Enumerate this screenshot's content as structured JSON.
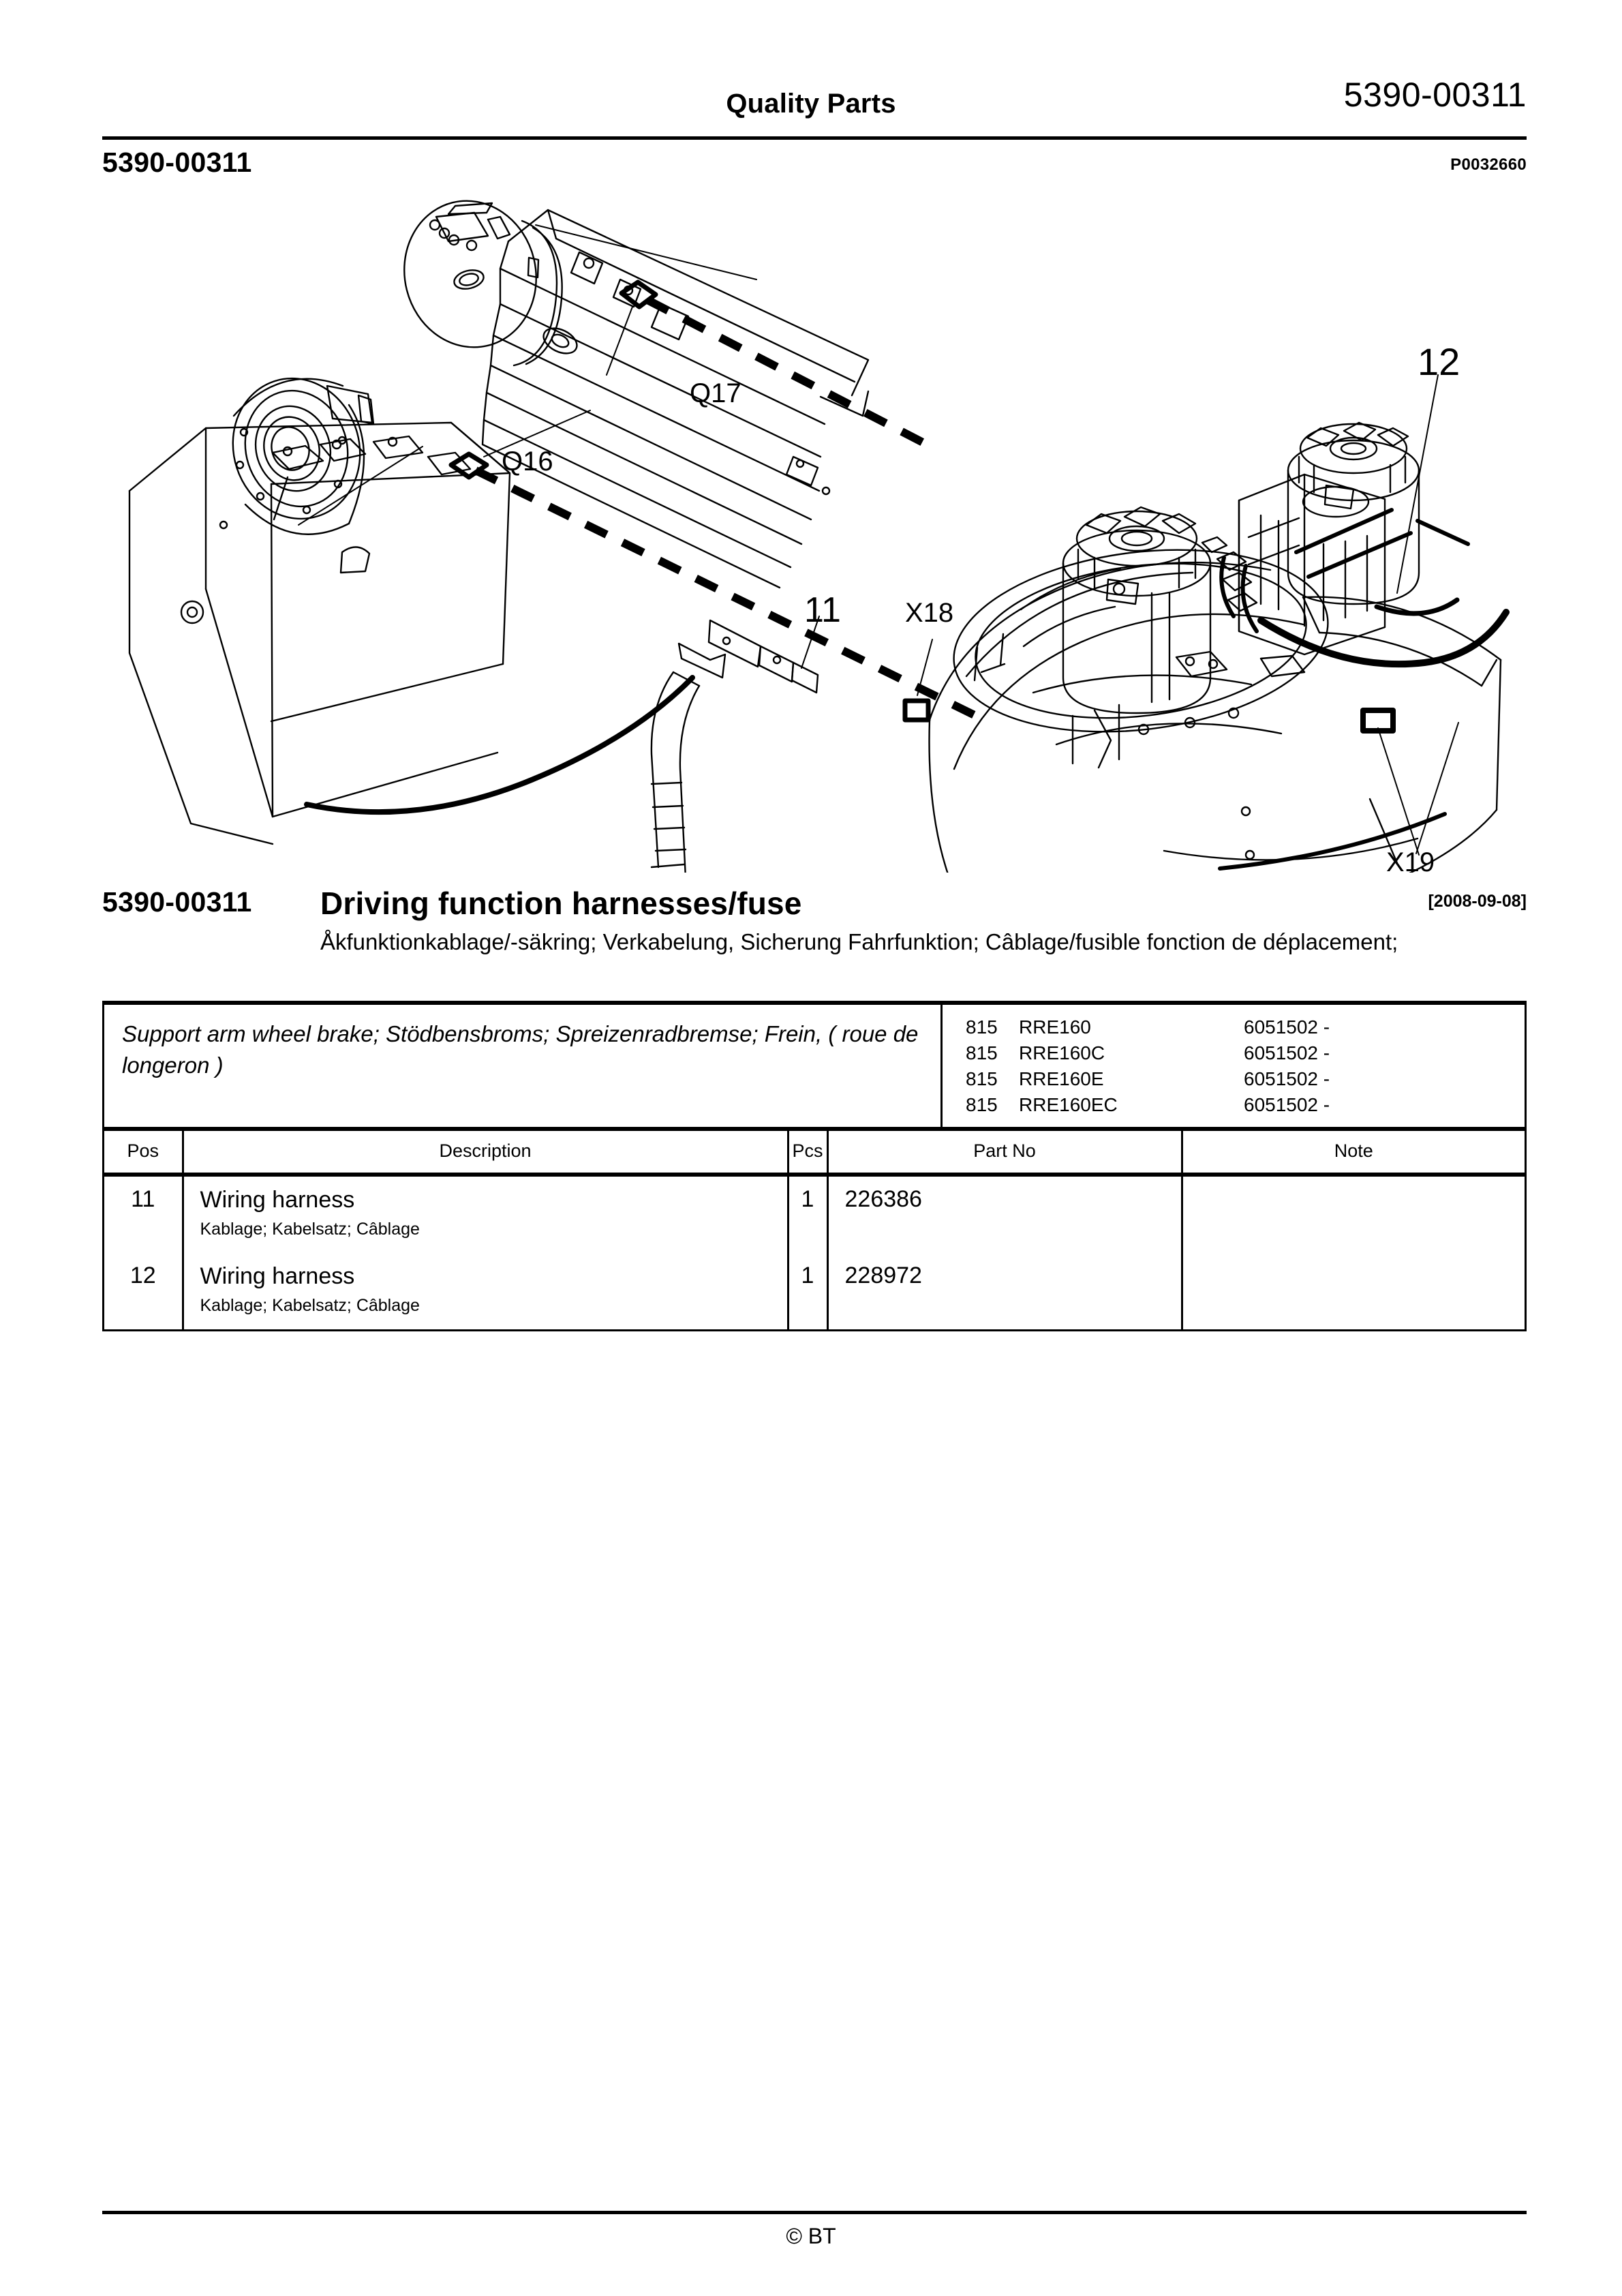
{
  "header": {
    "title": "Quality Parts",
    "doc_number": "5390-00311",
    "section_code": "5390-00311",
    "figure_ref": "P0032660"
  },
  "figure": {
    "callouts": [
      {
        "label": "Q16"
      },
      {
        "label": "Q17"
      },
      {
        "label": "11"
      },
      {
        "label": "X18"
      },
      {
        "label": "12"
      },
      {
        "label": "X19"
      }
    ]
  },
  "section": {
    "code": "5390-00311",
    "name": "Driving function harnesses/fuse",
    "date": "[2008-09-08]",
    "description": "Åkfunktionkablage/-säkring; Verkabelung, Sicherung Fahrfunktion; Câblage/fusible fonction de déplacement;"
  },
  "applicability": {
    "description": "Support arm wheel brake; Stödbensbroms; Spreizenradbremse; Frein, ( roue de longeron )",
    "models": [
      {
        "group": "815",
        "model": "RRE160",
        "serial": "6051502 -"
      },
      {
        "group": "815",
        "model": "RRE160C",
        "serial": "6051502 -"
      },
      {
        "group": "815",
        "model": "RRE160E",
        "serial": "6051502 -"
      },
      {
        "group": "815",
        "model": "RRE160EC",
        "serial": "6051502 -"
      }
    ]
  },
  "parts_table": {
    "columns": [
      "Pos",
      "Description",
      "Pcs",
      "Part No",
      "Note"
    ],
    "rows": [
      {
        "pos": "11",
        "description": "Wiring harness",
        "description_sub": "Kablage; Kabelsatz; Câblage",
        "pcs": "1",
        "part_no": "226386",
        "note": ""
      },
      {
        "pos": "12",
        "description": "Wiring harness",
        "description_sub": "Kablage; Kabelsatz; Câblage",
        "pcs": "1",
        "part_no": "228972",
        "note": ""
      }
    ]
  },
  "footer": {
    "copyright": "© BT"
  }
}
